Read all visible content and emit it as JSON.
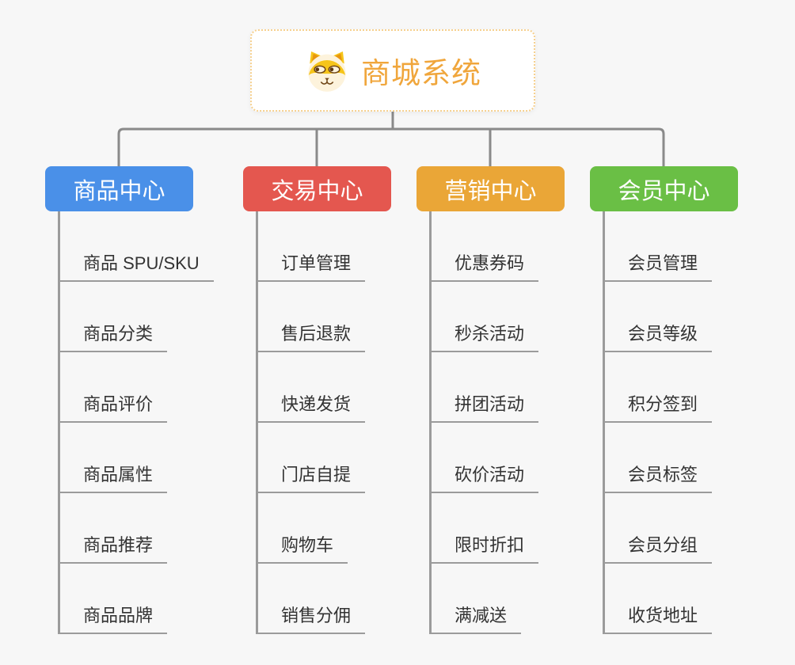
{
  "root": {
    "title": "商城系统",
    "icon": "dog-face-icon",
    "title_color": "#f0a63c",
    "border_color": "#f6d08e",
    "background": "#ffffff"
  },
  "colors": {
    "page_background": "#f7f7f7",
    "connector_line": "#8a8a8a",
    "item_underline": "#9b9b9b",
    "item_text": "#333333",
    "branch_text": "#ffffff"
  },
  "branches": [
    {
      "label": "商品中心",
      "color": "#4a90e8",
      "items": [
        "商品 SPU/SKU",
        "商品分类",
        "商品评价",
        "商品属性",
        "商品推荐",
        "商品品牌"
      ]
    },
    {
      "label": "交易中心",
      "color": "#e4574f",
      "items": [
        "订单管理",
        "售后退款",
        "快递发货",
        "门店自提",
        "购物车",
        "销售分佣"
      ]
    },
    {
      "label": "营销中心",
      "color": "#eaa637",
      "items": [
        "优惠券码",
        "秒杀活动",
        "拼团活动",
        "砍价活动",
        "限时折扣",
        "满减送"
      ]
    },
    {
      "label": "会员中心",
      "color": "#6abf45",
      "items": [
        "会员管理",
        "会员等级",
        "积分签到",
        "会员标签",
        "会员分组",
        "收货地址"
      ]
    }
  ]
}
